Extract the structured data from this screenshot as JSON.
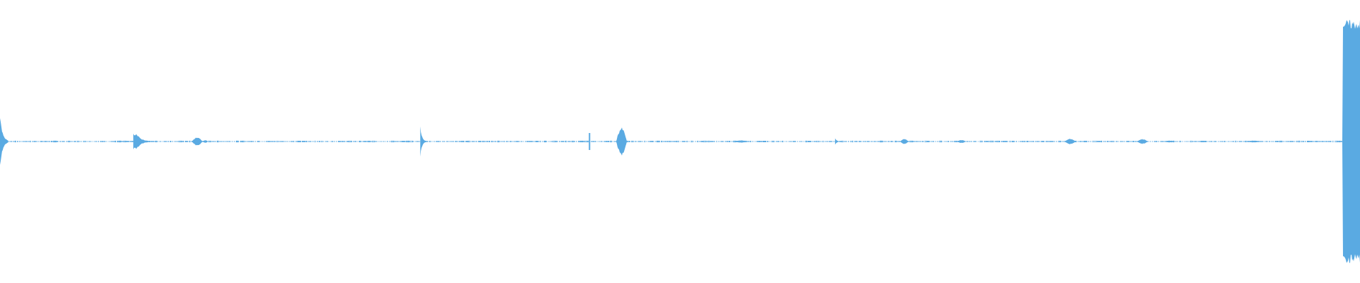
{
  "waveform": {
    "color": "#5aaae2",
    "baseline_color": "#5aaae2",
    "background": "#ffffff",
    "duration_fraction_markers": [],
    "peaks": [
      {
        "position": 0.0,
        "width": 0.006,
        "amplitude": 0.09,
        "shape": "burst-decay"
      },
      {
        "position": 0.098,
        "width": 0.018,
        "amplitude": 0.03,
        "shape": "spike-tail"
      },
      {
        "position": 0.141,
        "width": 0.008,
        "amplitude": 0.015,
        "shape": "blob"
      },
      {
        "position": 0.149,
        "width": 0.004,
        "amplitude": 0.005,
        "shape": "blob"
      },
      {
        "position": 0.309,
        "width": 0.004,
        "amplitude": 0.055,
        "shape": "burst-decay"
      },
      {
        "position": 0.433,
        "width": 0.001,
        "amplitude": 0.03,
        "shape": "tick"
      },
      {
        "position": 0.453,
        "width": 0.008,
        "amplitude": 0.05,
        "shape": "blob"
      },
      {
        "position": 0.54,
        "width": 0.01,
        "amplitude": 0.004,
        "shape": "blob"
      },
      {
        "position": 0.614,
        "width": 0.004,
        "amplitude": 0.012,
        "shape": "burst-decay"
      },
      {
        "position": 0.662,
        "width": 0.006,
        "amplitude": 0.01,
        "shape": "blob"
      },
      {
        "position": 0.704,
        "width": 0.006,
        "amplitude": 0.006,
        "shape": "blob"
      },
      {
        "position": 0.783,
        "width": 0.008,
        "amplitude": 0.01,
        "shape": "blob"
      },
      {
        "position": 0.836,
        "width": 0.008,
        "amplitude": 0.009,
        "shape": "blob"
      },
      {
        "position": 0.855,
        "width": 0.01,
        "amplitude": 0.003,
        "shape": "blob"
      },
      {
        "position": 0.915,
        "width": 0.014,
        "amplitude": 0.003,
        "shape": "blob"
      },
      {
        "position": 0.987,
        "width": 0.013,
        "amplitude": 0.43,
        "shape": "block"
      }
    ]
  }
}
